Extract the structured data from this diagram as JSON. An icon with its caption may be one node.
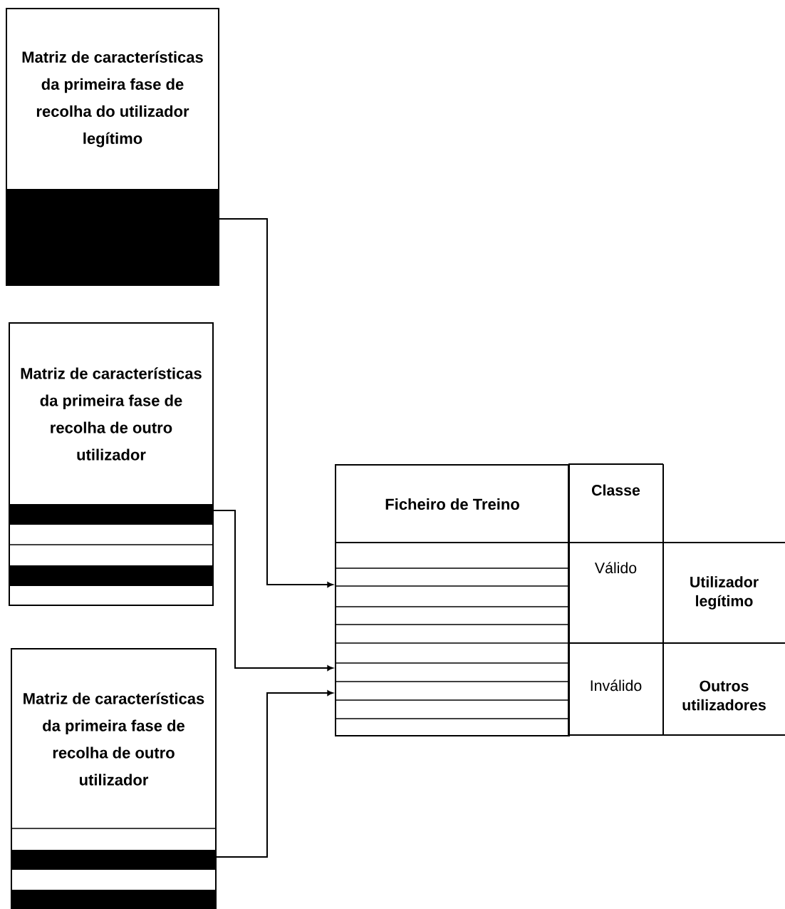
{
  "diagram": {
    "nodes": [
      {
        "text": [
          "Matriz de características da primeira fase de recolha do utilizador legítimo"
        ]
      },
      {
        "text": [
          "Matriz de características da primeira fase de recolha de outro utilizador"
        ]
      },
      {
        "text": [
          "Matriz de características da primeira fase de recolha de outro utilizador"
        ]
      },
      {
        "text": [
          "Ficheiro de Treino"
        ]
      }
    ],
    "edges": [
      {
        "from": 0,
        "to": 3,
        "arrow": "to"
      },
      {
        "from": 1,
        "to": 3,
        "arrow": "to"
      },
      {
        "from": 2,
        "to": 3,
        "arrow": "to"
      }
    ],
    "labels": [
      "Classe",
      "Válido",
      "Utilizador legítimo",
      "Inválido",
      "Outros utilizadores"
    ]
  }
}
